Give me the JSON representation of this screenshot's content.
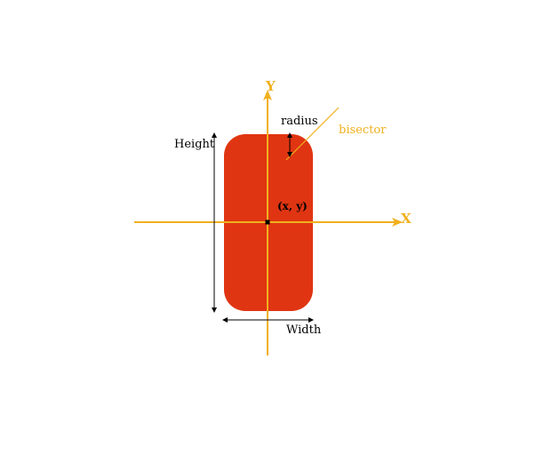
{
  "diagram": {
    "labels": {
      "x_axis": "X",
      "y_axis": "Y",
      "height": "Height",
      "width": "Width",
      "radius": "radius",
      "bisector": "bisector",
      "center": "(x, y)"
    },
    "colors": {
      "rectangle_fill": "#e03512",
      "axis": "#f0b01e",
      "bisector_label": "#f0b01e",
      "dimension_line": "#000000",
      "text": "#000000"
    }
  }
}
